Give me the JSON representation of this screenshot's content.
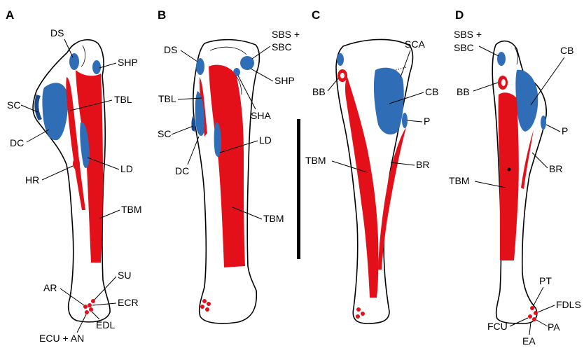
{
  "panels": {
    "A": {
      "letter": "A",
      "labels": {
        "ds": "DS",
        "shp": "SHP",
        "tbl": "TBL",
        "sc": "SC",
        "dc": "DC",
        "hr": "HR",
        "ld": "LD",
        "tbm": "TBM",
        "su": "SU",
        "ar": "AR",
        "ecr": "ECR",
        "edl": "EDL",
        "ecu_an": "ECU + AN"
      }
    },
    "B": {
      "letter": "B",
      "labels": {
        "ds": "DS",
        "sbs": "SBS +",
        "sbc": "SBC",
        "shp": "SHP",
        "sha": "SHA",
        "tbl": "TBL",
        "sc": "SC",
        "dc": "DC",
        "ld": "LD",
        "tbm": "TBM"
      }
    },
    "C": {
      "letter": "C",
      "labels": {
        "sca": "SCA",
        "bb": "BB",
        "cb": "CB",
        "p": "P",
        "tbm": "TBM",
        "br": "BR"
      }
    },
    "D": {
      "letter": "D",
      "labels": {
        "sbs": "SBS +",
        "sbc": "SBC",
        "cb": "CB",
        "bb": "BB",
        "p": "P",
        "br": "BR",
        "tbm": "TBM",
        "pt": "PT",
        "fdls": "FDLS",
        "fcu": "FCU",
        "pa": "PA",
        "ea": "EA"
      }
    }
  },
  "colors": {
    "muscle_origin_red": "#e3101a",
    "muscle_insertion_blue": "#2f6db6"
  }
}
